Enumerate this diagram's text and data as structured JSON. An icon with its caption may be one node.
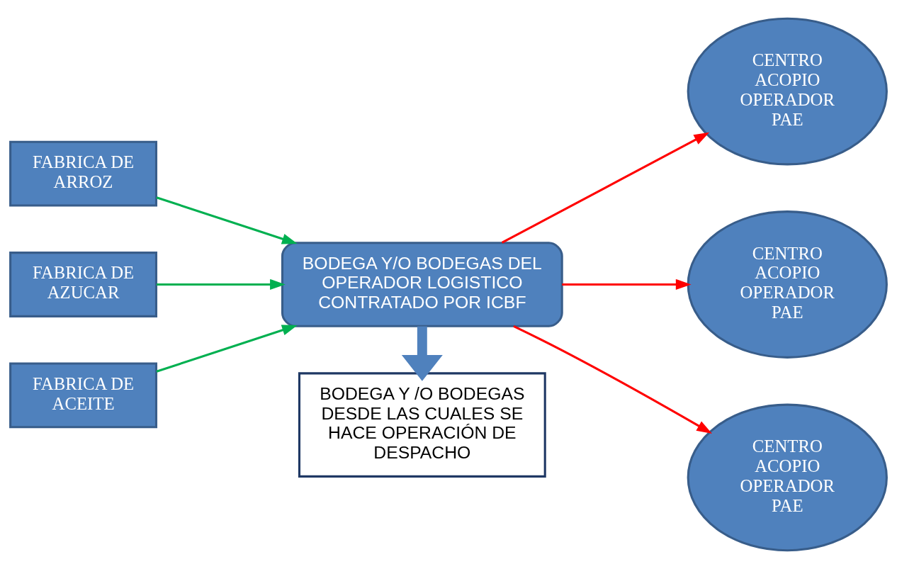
{
  "diagram": {
    "nodes": [
      {
        "text": [
          "FABRICA DE ARROZ"
        ]
      },
      {
        "text": [
          "FABRICA DE AZUCAR"
        ]
      },
      {
        "text": [
          "FABRICA DE ACEITE"
        ]
      },
      {
        "text": [
          "BODEGA Y/O BODEGAS DEL OPERADOR LOGISTICO CONTRATADO POR ICBF"
        ]
      },
      {
        "text": [
          "CENTRO ACOPIO OPERADOR PAE"
        ]
      },
      {
        "text": [
          "CENTRO ACOPIO OPERADOR PAE"
        ]
      },
      {
        "text": [
          "CENTRO ACOPIO OPERADOR PAE"
        ]
      },
      {
        "text": [
          "BODEGA Y /O BODEGAS DESDE LAS CUALES SE HACE OPERACIÓN DE DESPACHO"
        ]
      }
    ],
    "edges": [
      {
        "from": 0,
        "to": 3,
        "arrow": "to",
        "color": "#00b050"
      },
      {
        "from": 1,
        "to": 3,
        "arrow": "to",
        "color": "#00b050"
      },
      {
        "from": 2,
        "to": 3,
        "arrow": "to",
        "color": "#00b050"
      },
      {
        "from": 3,
        "to": 4,
        "arrow": "to",
        "color": "#ff0000"
      },
      {
        "from": 3,
        "to": 5,
        "arrow": "to",
        "color": "#ff0000"
      },
      {
        "from": 3,
        "to": 6,
        "arrow": "to",
        "color": "#ff0000"
      },
      {
        "from": 3,
        "to": 7,
        "arrow": "to",
        "style": "thick",
        "color": "#4f81bd"
      }
    ]
  }
}
